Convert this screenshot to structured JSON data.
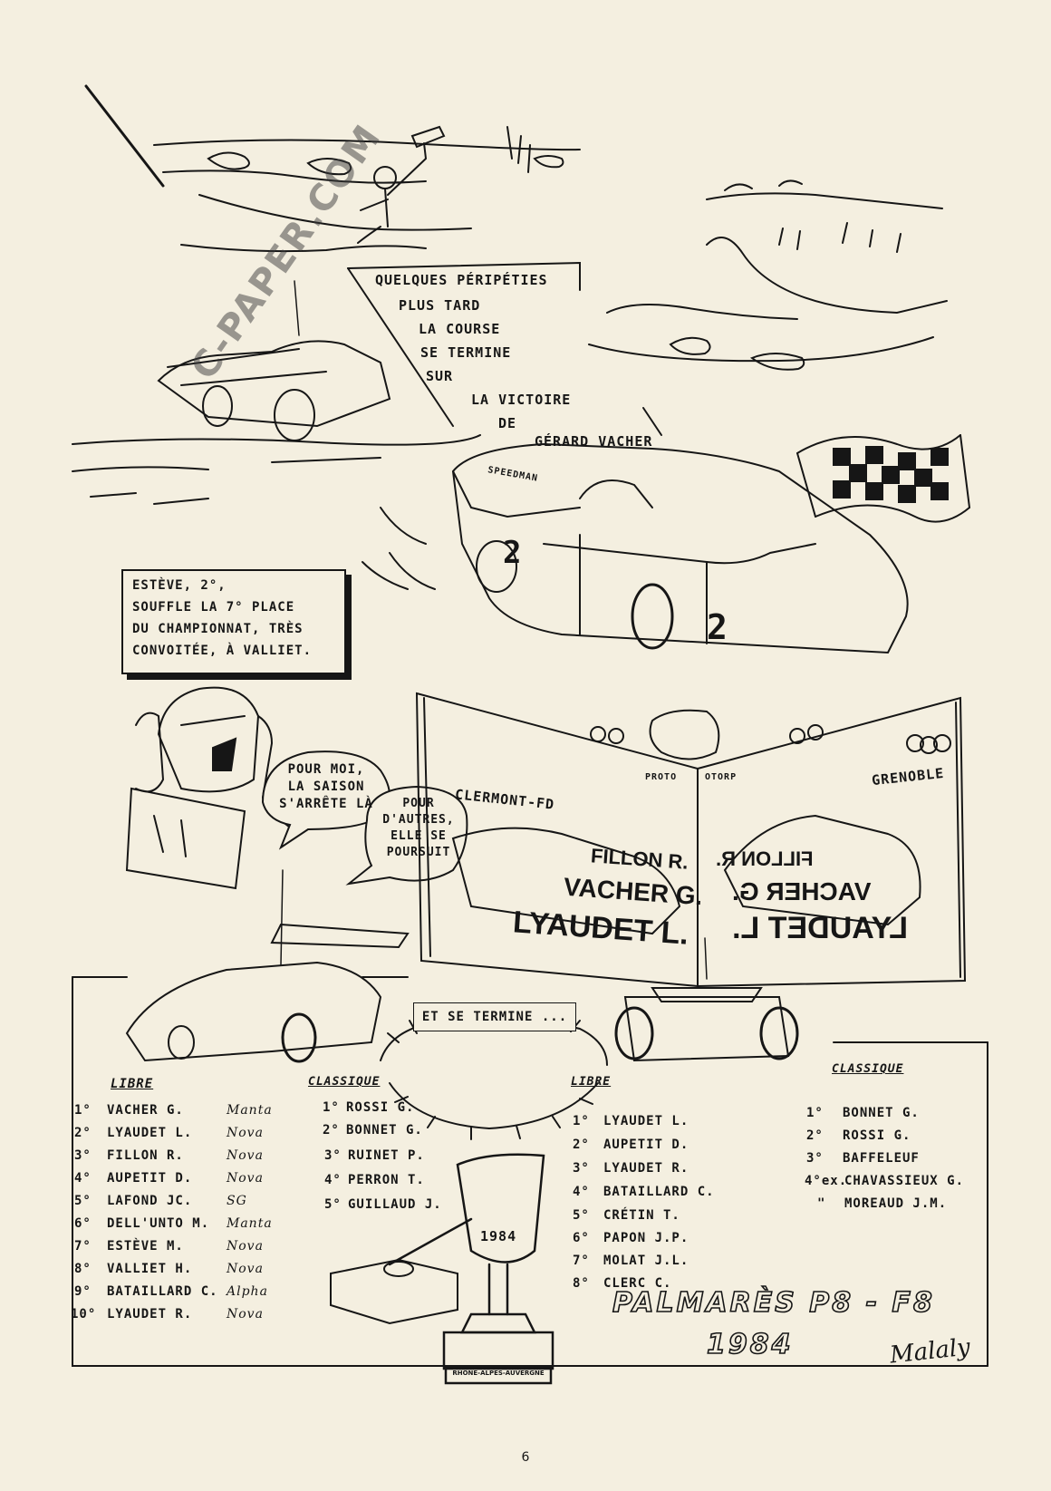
{
  "watermark": "C-PAPER.COM",
  "narration": {
    "lines": [
      "QUELQUES PÉRIPÉTIES",
      "PLUS TARD",
      "LA COURSE",
      "SE TERMINE",
      "SUR",
      "LA VICTOIRE",
      "DE",
      "GÉRARD VACHER"
    ]
  },
  "esteve_box": {
    "lines": [
      "ESTÈVE, 2°,",
      "SOUFFLE LA 7° PLACE",
      "DU CHAMPIONNAT, TRÈS",
      "CONVOITÉE, À VALLIET."
    ]
  },
  "speech": {
    "bubble1": [
      "POUR MOI,",
      "LA SAISON",
      "S'ARRÊTE LÀ"
    ],
    "bubble2": [
      "POUR",
      "D'AUTRES,",
      "ELLE SE",
      "POURSUIT"
    ]
  },
  "billboard": {
    "left_city": "CLERMONT-FD",
    "right_city": "GRENOBLE",
    "proto_left": "PROTO",
    "proto_right": "OTORP",
    "names": [
      "FILLON R.",
      "VACHER G.",
      "LYAUDET L."
    ],
    "mirrored_names": [
      "FILLON R.",
      "VACHER G.",
      "LYAUDET L."
    ]
  },
  "race_car": {
    "number": "2",
    "sponsor": "SPEEDMAN"
  },
  "trophy": {
    "year": "1984",
    "plaque": "RHÔNE-ALPES-AUVERGNE"
  },
  "tagline": "ET SE TERMINE ...",
  "results": {
    "p8_libre": {
      "heading": "LIBRE",
      "rows": [
        {
          "pos": "1°",
          "name": "VACHER G.",
          "car": "Manta"
        },
        {
          "pos": "2°",
          "name": "LYAUDET L.",
          "car": "Nova"
        },
        {
          "pos": "3°",
          "name": "FILLON R.",
          "car": "Nova"
        },
        {
          "pos": "4°",
          "name": "AUPETIT D.",
          "car": "Nova"
        },
        {
          "pos": "5°",
          "name": "LAFOND JC.",
          "car": "SG"
        },
        {
          "pos": "6°",
          "name": "DELL'UNTO M.",
          "car": "Manta"
        },
        {
          "pos": "7°",
          "name": "ESTÈVE M.",
          "car": "Nova"
        },
        {
          "pos": "8°",
          "name": "VALLIET H.",
          "car": "Nova"
        },
        {
          "pos": "9°",
          "name": "BATAILLARD C.",
          "car": "Alpha"
        },
        {
          "pos": "10°",
          "name": "LYAUDET R.",
          "car": "Nova"
        }
      ]
    },
    "p8_classique": {
      "heading": "CLASSIQUE",
      "rows": [
        {
          "pos": "1°",
          "name": "ROSSI G."
        },
        {
          "pos": "2°",
          "name": "BONNET G."
        },
        {
          "pos": "3°",
          "name": "RUINET P."
        },
        {
          "pos": "4°",
          "name": "PERRON T."
        },
        {
          "pos": "5°",
          "name": "GUILLAUD J."
        }
      ]
    },
    "f8_libre": {
      "heading": "LIBRE",
      "rows": [
        {
          "pos": "1°",
          "name": "LYAUDET L."
        },
        {
          "pos": "2°",
          "name": "AUPETIT D."
        },
        {
          "pos": "3°",
          "name": "LYAUDET R."
        },
        {
          "pos": "4°",
          "name": "BATAILLARD C."
        },
        {
          "pos": "5°",
          "name": "CRÉTIN T."
        },
        {
          "pos": "6°",
          "name": "PAPON J.P."
        },
        {
          "pos": "7°",
          "name": "MOLAT J.L."
        },
        {
          "pos": "8°",
          "name": "CLERC C."
        }
      ]
    },
    "f8_classique": {
      "heading": "CLASSIQUE",
      "rows": [
        {
          "pos": "1°",
          "name": "BONNET G."
        },
        {
          "pos": "2°",
          "name": "ROSSI G."
        },
        {
          "pos": "3°",
          "name": "BAFFELEUF"
        },
        {
          "pos": "4°ex.",
          "name": "CHAVASSIEUX G."
        },
        {
          "pos": "\"",
          "name": "MOREAUD J.M."
        }
      ]
    }
  },
  "title": {
    "line1": "PALMARÈS  P8 - F8",
    "line2": "1984"
  },
  "signature": "Malaly",
  "page_number": "6"
}
